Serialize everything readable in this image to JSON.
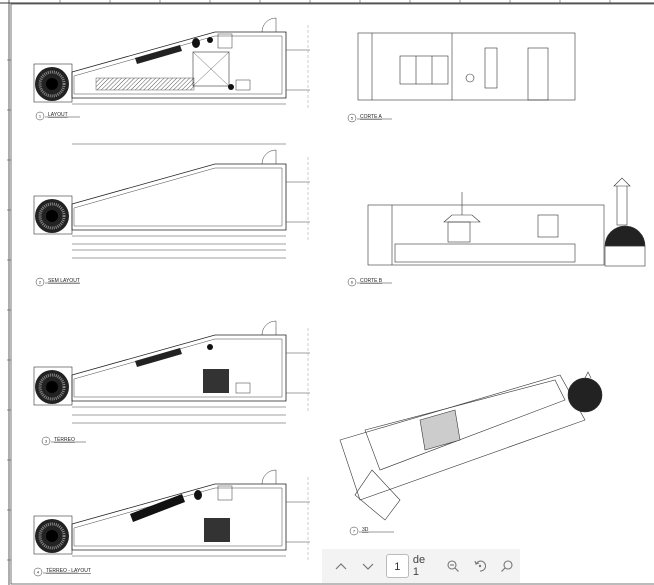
{
  "drawing": {
    "views": [
      {
        "number": "1",
        "title": "LAYOUT"
      },
      {
        "number": "2",
        "title": "SEM LAYOUT"
      },
      {
        "number": "3",
        "title": "TÉRREO"
      },
      {
        "number": "4",
        "title": "TÉRREO - LAYOUT"
      },
      {
        "number": "5",
        "title": "CORTE A"
      },
      {
        "number": "6",
        "title": "CORTE B"
      },
      {
        "number": "7",
        "title": "3D"
      }
    ]
  },
  "toolbar": {
    "prev_icon": "chevron-up-icon",
    "next_icon": "chevron-down-icon",
    "page_value": "1",
    "page_of": "de 1",
    "zoom_out_icon": "zoom-out-icon",
    "rotate_icon": "rotate-icon",
    "search_icon": "search-icon"
  }
}
